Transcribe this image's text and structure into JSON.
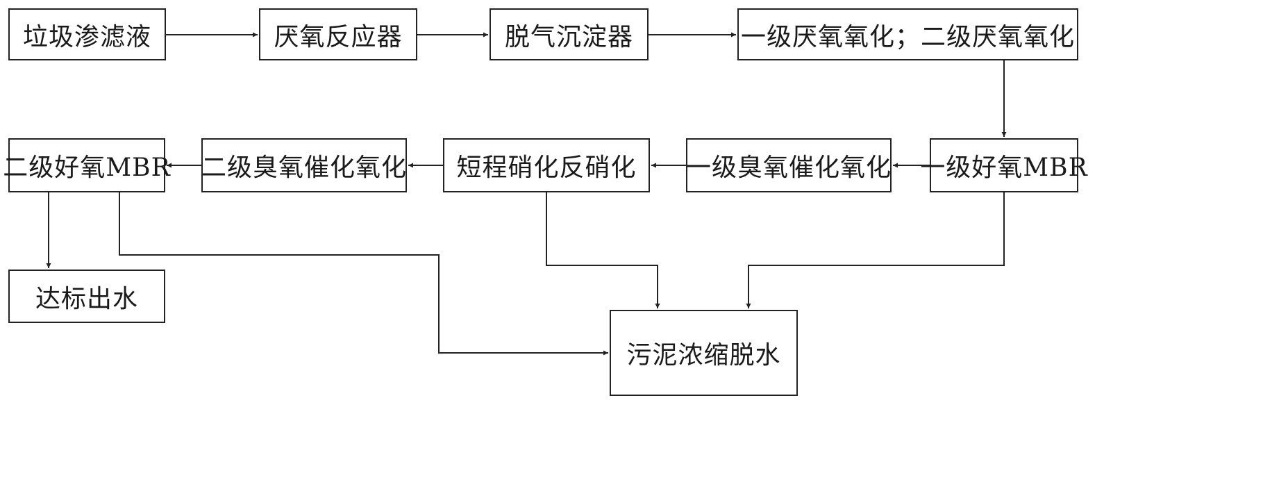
{
  "nodes": {
    "landfill_leachate": "垃圾渗滤液",
    "anaerobic_reactor": "厌氧反应器",
    "degas_settler": "脱气沉淀器",
    "anoxic_oxidation": "一级厌氧氧化；二级厌氧氧化",
    "aerobic_mbr_1": "一级好氧MBR",
    "ozone_catalytic_1": "一级臭氧催化氧化",
    "short_nitrification": "短程硝化反硝化",
    "ozone_catalytic_2": "二级臭氧催化氧化",
    "aerobic_mbr_2": "二级好氧MBR",
    "discharge": "达标出水",
    "sludge_dewatering": "污泥浓缩脱水"
  },
  "edges": [
    {
      "from": "landfill_leachate",
      "to": "anaerobic_reactor"
    },
    {
      "from": "anaerobic_reactor",
      "to": "degas_settler"
    },
    {
      "from": "degas_settler",
      "to": "anoxic_oxidation"
    },
    {
      "from": "anoxic_oxidation",
      "to": "aerobic_mbr_1"
    },
    {
      "from": "aerobic_mbr_1",
      "to": "ozone_catalytic_1"
    },
    {
      "from": "ozone_catalytic_1",
      "to": "short_nitrification"
    },
    {
      "from": "short_nitrification",
      "to": "ozone_catalytic_2"
    },
    {
      "from": "ozone_catalytic_2",
      "to": "aerobic_mbr_2"
    },
    {
      "from": "aerobic_mbr_2",
      "to": "discharge"
    },
    {
      "from": "aerobic_mbr_2",
      "to": "sludge_dewatering"
    },
    {
      "from": "short_nitrification",
      "to": "sludge_dewatering"
    },
    {
      "from": "aerobic_mbr_1",
      "to": "sludge_dewatering"
    }
  ]
}
